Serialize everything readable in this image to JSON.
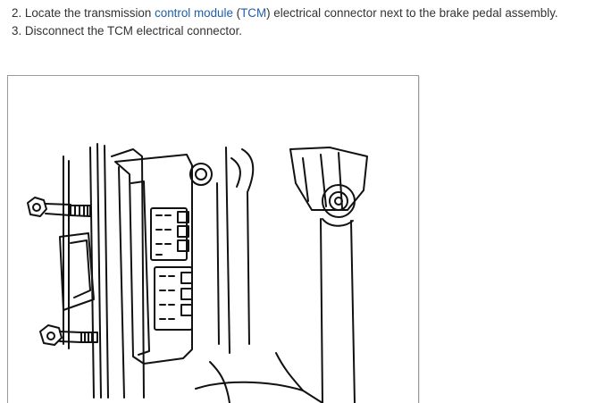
{
  "steps": [
    {
      "number": "2.",
      "before": "Locate the transmission",
      "link1": "control module",
      "paren_open": "(",
      "link2": "TCM",
      "after": ") electrical connector next to the brake pedal assembly."
    },
    {
      "number": "3.",
      "text": "Disconnect the TCM electrical connector."
    }
  ],
  "figure": {
    "description": "line drawing of TCM electrical connector near brake pedal"
  },
  "colors": {
    "text": "#333333",
    "link": "#1f5fa8",
    "frame": "#9a9a9a"
  }
}
